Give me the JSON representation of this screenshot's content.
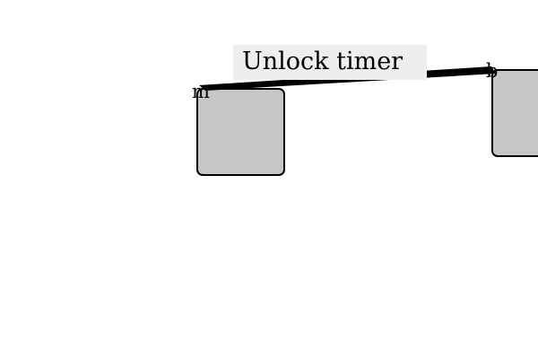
{
  "diagram": {
    "nodes": [
      {
        "id": "left-node",
        "port_label": "m"
      },
      {
        "id": "right-node",
        "port_label": "b"
      }
    ],
    "edge": {
      "from": "left-node",
      "to": "right-node",
      "label": "Unlock timer"
    }
  },
  "colors": {
    "background": "#ffffff",
    "node_fill": "#c6c6c6",
    "node_stroke": "#000000",
    "edge_stroke": "#000000",
    "label_background": "#eeeeee"
  }
}
